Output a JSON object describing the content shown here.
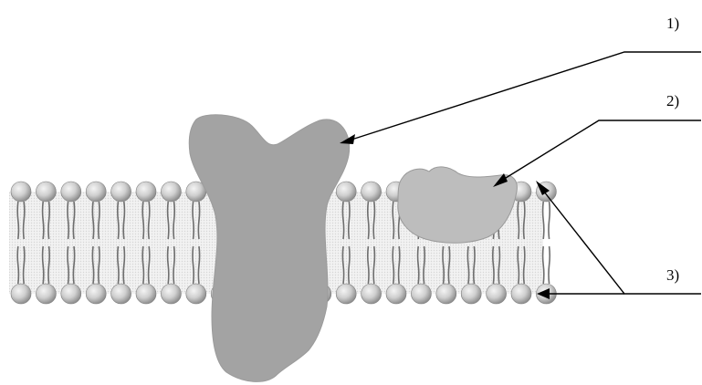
{
  "diagram": {
    "labels": {
      "integral_protein": "1)",
      "peripheral_protein": "2)",
      "phospholipid_bilayer": "3)"
    },
    "colors": {
      "integral_protein_fill": "#a3a3a3",
      "peripheral_protein_fill": "#bdbdbd",
      "phospholipid_head_fill": "#c9c9c9",
      "phospholipid_tail_stroke": "#6e6e6e",
      "bilayer_core_fill": "#e9e9e9",
      "pointer_stroke": "#000000"
    },
    "shape_names": [
      "membrane-bilayer",
      "phospholipid-head",
      "phospholipid-tail",
      "integral-protein",
      "peripheral-protein",
      "pointer-line",
      "arrowhead"
    ]
  }
}
